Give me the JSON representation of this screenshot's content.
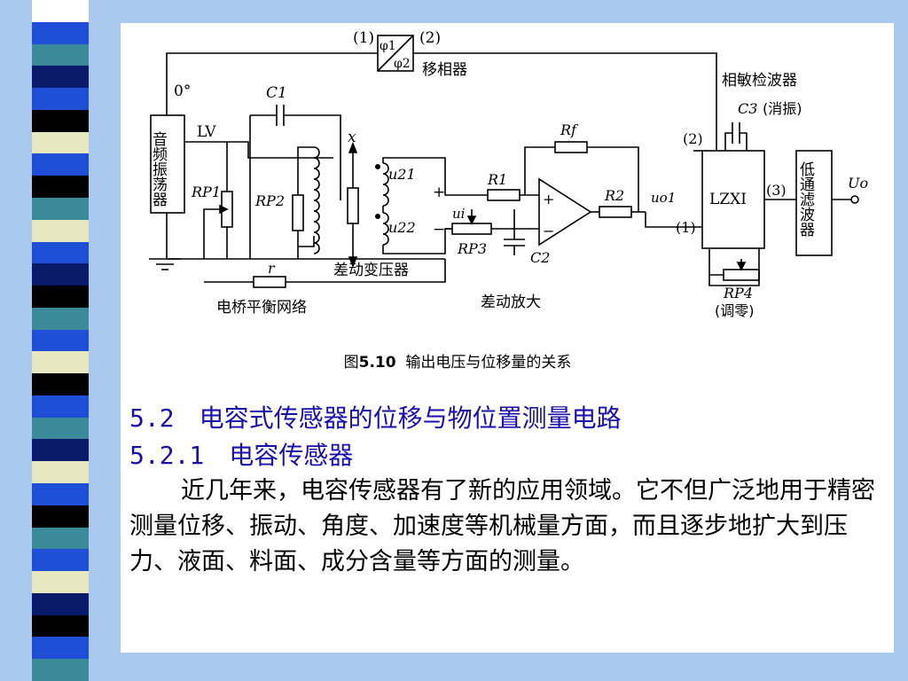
{
  "colors": {
    "background": "#a9c9ee",
    "heading": "#1a10a8"
  },
  "strip_bands": [
    "#ffffff",
    "#1e4fd6",
    "#3a8a9a",
    "#0a1a6a",
    "#1e4fd6",
    "#000000",
    "#e8e8c0",
    "#1e4fd6",
    "#000000",
    "#3a8a9a",
    "#e8e8c0",
    "#1e4fd6",
    "#0a1a6a",
    "#000000",
    "#3a8a9a",
    "#1e4fd6",
    "#e8e8c0",
    "#000000",
    "#1e4fd6",
    "#3a8a9a",
    "#0a1a6a",
    "#e8e8c0",
    "#1e4fd6",
    "#000000",
    "#3a8a9a",
    "#1e4fd6",
    "#e8e8c0",
    "#0a1a6a",
    "#000000",
    "#1e4fd6",
    "#3a8a9a"
  ],
  "diagram": {
    "phase_box": {
      "in": "(1)",
      "out": "(2)",
      "phi1": "φ1",
      "phi2": "φ2",
      "name": "移相器"
    },
    "zero_deg": "0°",
    "oscillator": "音频振荡器",
    "lv": "LV",
    "c1": "C1",
    "rp1": "RP1",
    "rp2": "RP2",
    "x": "x",
    "u21": "u21",
    "u22": "u22",
    "plus": "+",
    "minus": "−",
    "ui": "ui",
    "r1": "R1",
    "rf": "Rf",
    "r2": "R2",
    "rp3": "RP3",
    "c2": "C2",
    "uo1": "uo1",
    "op_plus": "+",
    "op_minus": "−",
    "diff_transformer": "差动变压器",
    "r": "r",
    "bridge": "电桥平衡网络",
    "diff_amp": "差动放大",
    "detector": "相敏检波器",
    "c3": "C3",
    "c3_note": "(消振)",
    "lzxi": "LZXI",
    "port1": "(1)",
    "port2": "(2)",
    "port3": "(3)",
    "lpf": "低通滤波器",
    "uo": "Uo",
    "rp4": "RP4",
    "rp4_note": "(调零)"
  },
  "caption": {
    "prefix": "图",
    "num": "5.10",
    "text": "输出电压与位移量的关系"
  },
  "heading1": "5.2　电容式传感器的位移与物位置测量电路",
  "heading2": "5.2.1　电容传感器",
  "body": "近几年来，电容传感器有了新的应用领域。它不但广泛地用于精密测量位移、振动、角度、加速度等机械量方面，而且逐步地扩大到压力、液面、料面、成分含量等方面的测量。"
}
